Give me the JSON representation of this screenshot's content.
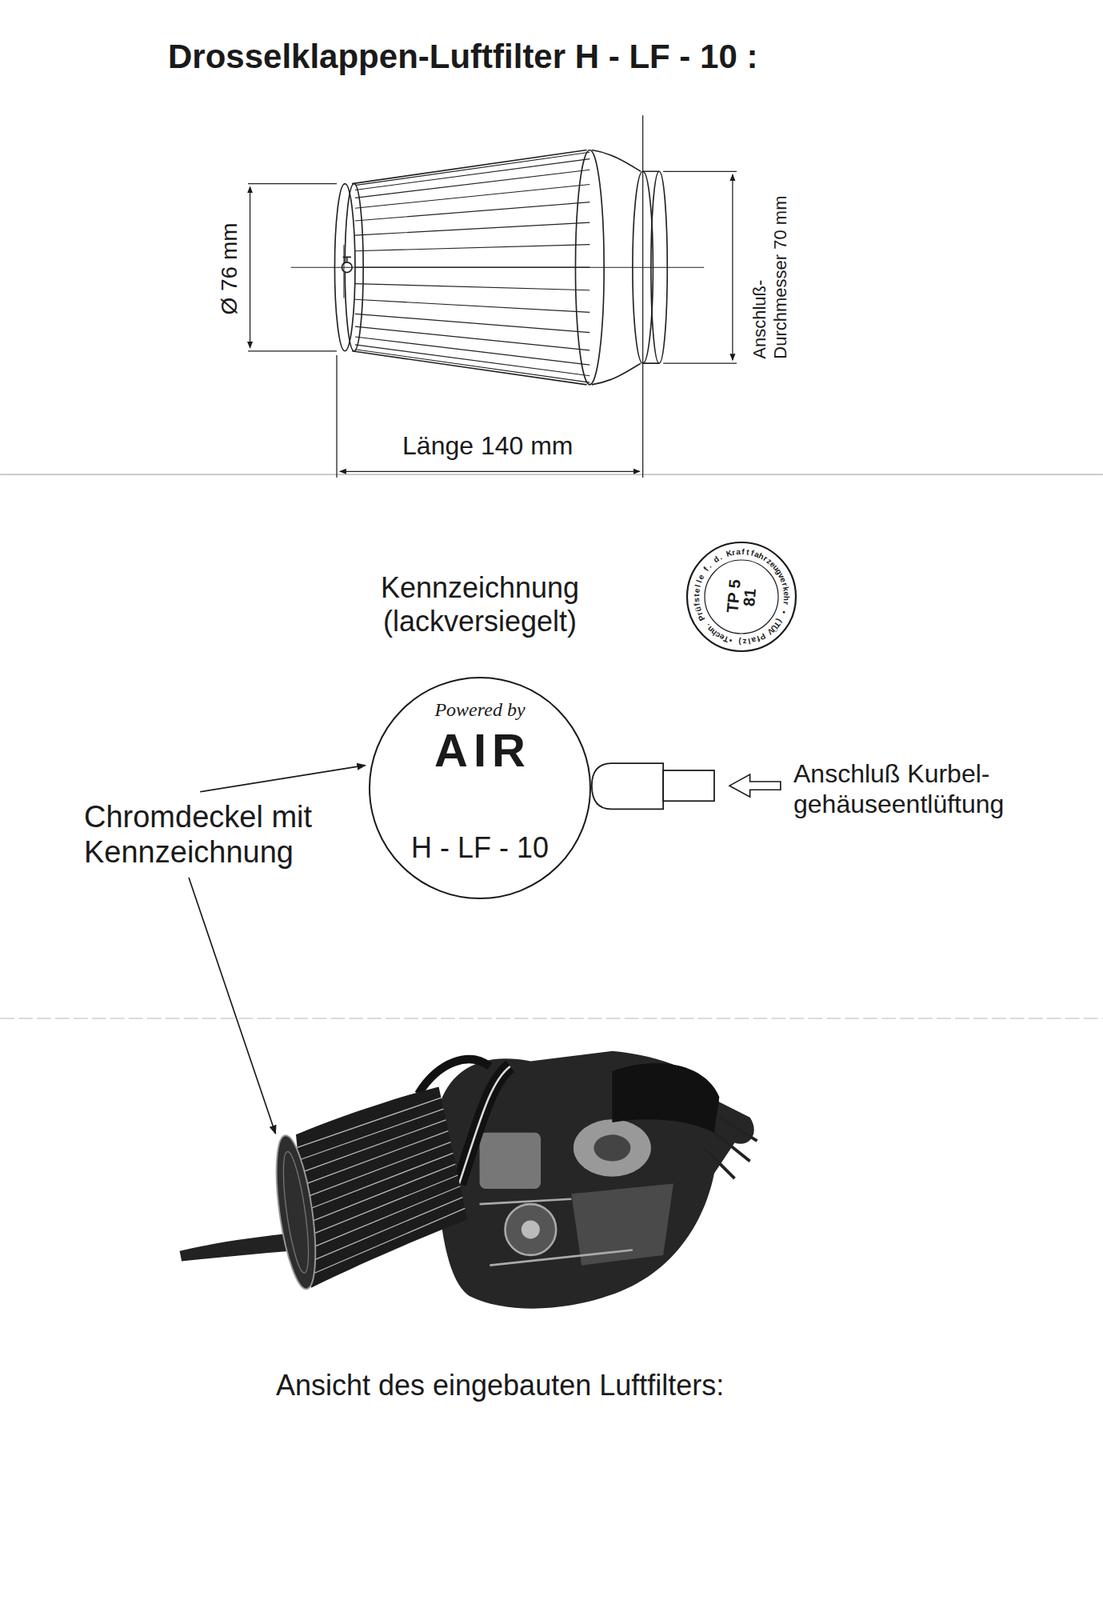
{
  "diagram": {
    "title": "Drosselklappen-Luftfilter H - LF - 10 :",
    "nodes": [
      {
        "text": [
          "Kennzeichnung (lackversiegelt)",
          "Powered by",
          "AIR",
          "H - LF - 10"
        ]
      },
      {
        "text": [
          "Techn. Prüfstelle f. d. Kraftfahrzeugverkehr • (TÜV Pfalz) •",
          "TP 5 81"
        ]
      }
    ],
    "labels": [
      "Ø 76 mm",
      "Anschluß- Durchmesser 70 mm",
      "Länge 140 mm",
      "Anschluß Kurbel- gehäuseentlüftung",
      "Chromdeckel mit Kennzeichnung",
      "Ansicht des eingebauten Luftfilters:"
    ]
  }
}
